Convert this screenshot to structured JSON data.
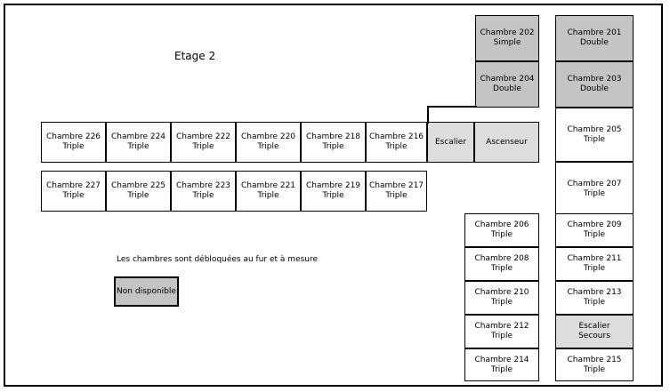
{
  "page": {
    "title": "Etage 2"
  },
  "legend": {
    "note": "Les chambres sont débloquées au fur et à mesure",
    "unavailable_label": "Non disponible",
    "unavailable_color": "#c4c4c4",
    "service_color": "#dddddd",
    "available_color": "#ffffff",
    "border_color": "#000000"
  },
  "blocks": {
    "top_left_column": {
      "name": "rooms-202-204",
      "cells": [
        {
          "id": "chambre-202",
          "line1": "Chambre 202",
          "line2": "Simple",
          "state": "unavailable"
        },
        {
          "id": "chambre-204",
          "line1": "Chambre 204",
          "line2": "Double",
          "state": "unavailable"
        }
      ]
    },
    "right_column": {
      "name": "rooms-201-207",
      "cells": [
        {
          "id": "chambre-201",
          "line1": "Chambre 201",
          "line2": "Double",
          "state": "unavailable"
        },
        {
          "id": "chambre-203",
          "line1": "Chambre 203",
          "line2": "Double",
          "state": "unavailable"
        },
        {
          "id": "chambre-205",
          "line1": "Chambre 205",
          "line2": "Triple",
          "state": "available"
        },
        {
          "id": "chambre-207",
          "line1": "Chambre 207",
          "line2": "Triple",
          "state": "available"
        }
      ]
    },
    "corridor_top": {
      "name": "rooms-216-226-row",
      "cells": [
        {
          "id": "chambre-226",
          "line1": "Chambre 226",
          "line2": "Triple",
          "state": "available"
        },
        {
          "id": "chambre-224",
          "line1": "Chambre 224",
          "line2": "Triple",
          "state": "available"
        },
        {
          "id": "chambre-222",
          "line1": "Chambre 222",
          "line2": "Triple",
          "state": "available"
        },
        {
          "id": "chambre-220",
          "line1": "Chambre 220",
          "line2": "Triple",
          "state": "available"
        },
        {
          "id": "chambre-218",
          "line1": "Chambre 218",
          "line2": "Triple",
          "state": "available"
        },
        {
          "id": "chambre-216",
          "line1": "Chambre 216",
          "line2": "Triple",
          "state": "available"
        }
      ]
    },
    "corridor_bottom": {
      "name": "rooms-217-227-row",
      "cells": [
        {
          "id": "chambre-227",
          "line1": "Chambre 227",
          "line2": "Triple",
          "state": "available"
        },
        {
          "id": "chambre-225",
          "line1": "Chambre 225",
          "line2": "Triple",
          "state": "available"
        },
        {
          "id": "chambre-223",
          "line1": "Chambre 223",
          "line2": "Triple",
          "state": "available"
        },
        {
          "id": "chambre-221",
          "line1": "Chambre 221",
          "line2": "Triple",
          "state": "available"
        },
        {
          "id": "chambre-219",
          "line1": "Chambre 219",
          "line2": "Triple",
          "state": "available"
        },
        {
          "id": "chambre-217",
          "line1": "Chambre 217",
          "line2": "Triple",
          "state": "available"
        }
      ]
    },
    "services": {
      "name": "stairs-and-lift",
      "cells": [
        {
          "id": "escalier",
          "line1": "Escalier",
          "line2": "",
          "state": "service"
        },
        {
          "id": "ascenseur",
          "line1": "Ascenseur",
          "line2": "",
          "state": "service"
        }
      ]
    },
    "bottom_left_column": {
      "name": "rooms-206-214",
      "cells": [
        {
          "id": "chambre-206",
          "line1": "Chambre 206",
          "line2": "Triple",
          "state": "available"
        },
        {
          "id": "chambre-208",
          "line1": "Chambre 208",
          "line2": "Triple",
          "state": "available"
        },
        {
          "id": "chambre-210",
          "line1": "Chambre 210",
          "line2": "Triple",
          "state": "available"
        },
        {
          "id": "chambre-212",
          "line1": "Chambre 212",
          "line2": "Triple",
          "state": "available"
        },
        {
          "id": "chambre-214",
          "line1": "Chambre 214",
          "line2": "Triple",
          "state": "available"
        }
      ]
    },
    "bottom_right_column": {
      "name": "rooms-209-215",
      "cells": [
        {
          "id": "chambre-209",
          "line1": "Chambre 209",
          "line2": "Triple",
          "state": "available"
        },
        {
          "id": "chambre-211",
          "line1": "Chambre 211",
          "line2": "Triple",
          "state": "available"
        },
        {
          "id": "chambre-213",
          "line1": "Chambre 213",
          "line2": "Triple",
          "state": "available"
        },
        {
          "id": "escalier-secours",
          "line1": "Escalier",
          "line2": "Secours",
          "state": "service"
        },
        {
          "id": "chambre-215",
          "line1": "Chambre 215",
          "line2": "Triple",
          "state": "available"
        }
      ]
    }
  }
}
